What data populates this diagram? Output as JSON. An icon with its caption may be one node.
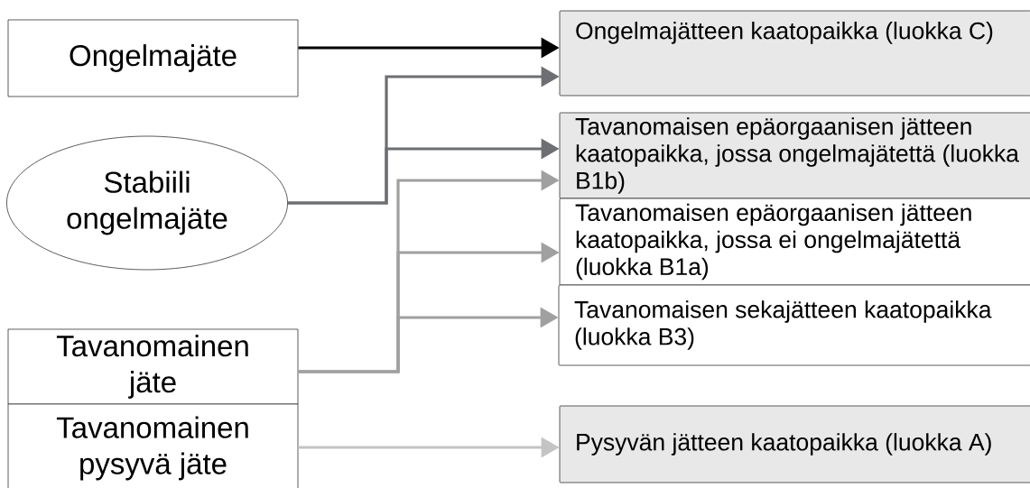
{
  "diagram": {
    "nodes": [
      {
        "text": [
          "Ongelmajäte"
        ]
      },
      {
        "text": [
          "Stabiili ongelmajäte"
        ]
      },
      {
        "text": [
          "Tavanomainen jäte"
        ]
      },
      {
        "text": [
          "Tavanomainen pysyvä jäte"
        ]
      },
      {
        "text": [
          "Ongelmajätteen kaatopaikka (luokka C)"
        ]
      },
      {
        "text": [
          "Tavanomaisen epäorgaanisen jätteen kaatopaikka, jossa ongelmajätettä (luokka B1b)"
        ]
      },
      {
        "text": [
          "Tavanomaisen epäorgaanisen jätteen kaatopaikka, jossa ei ongelmajätettä (luokka B1a)"
        ]
      },
      {
        "text": [
          "Tavanomaisen sekajätteen kaatopaikka (luokka B3)"
        ]
      },
      {
        "text": [
          "Pysyvän jätteen kaatopaikka (luokka A)"
        ]
      }
    ],
    "edges": [
      {
        "from": 0,
        "to": 4,
        "arrow": "to",
        "color": "#000000"
      },
      {
        "from": 1,
        "to": 4,
        "arrow": "to",
        "color": "#6d6f72"
      },
      {
        "from": 1,
        "to": 5,
        "arrow": "to",
        "color": "#6d6f72"
      },
      {
        "from": 2,
        "to": 5,
        "arrow": "to"
      },
      {
        "from": 2,
        "to": 6,
        "arrow": "to"
      },
      {
        "from": 2,
        "to": 7,
        "arrow": "to"
      },
      {
        "from": 3,
        "to": 8,
        "arrow": "to",
        "color": "#c4c4c4"
      }
    ]
  }
}
